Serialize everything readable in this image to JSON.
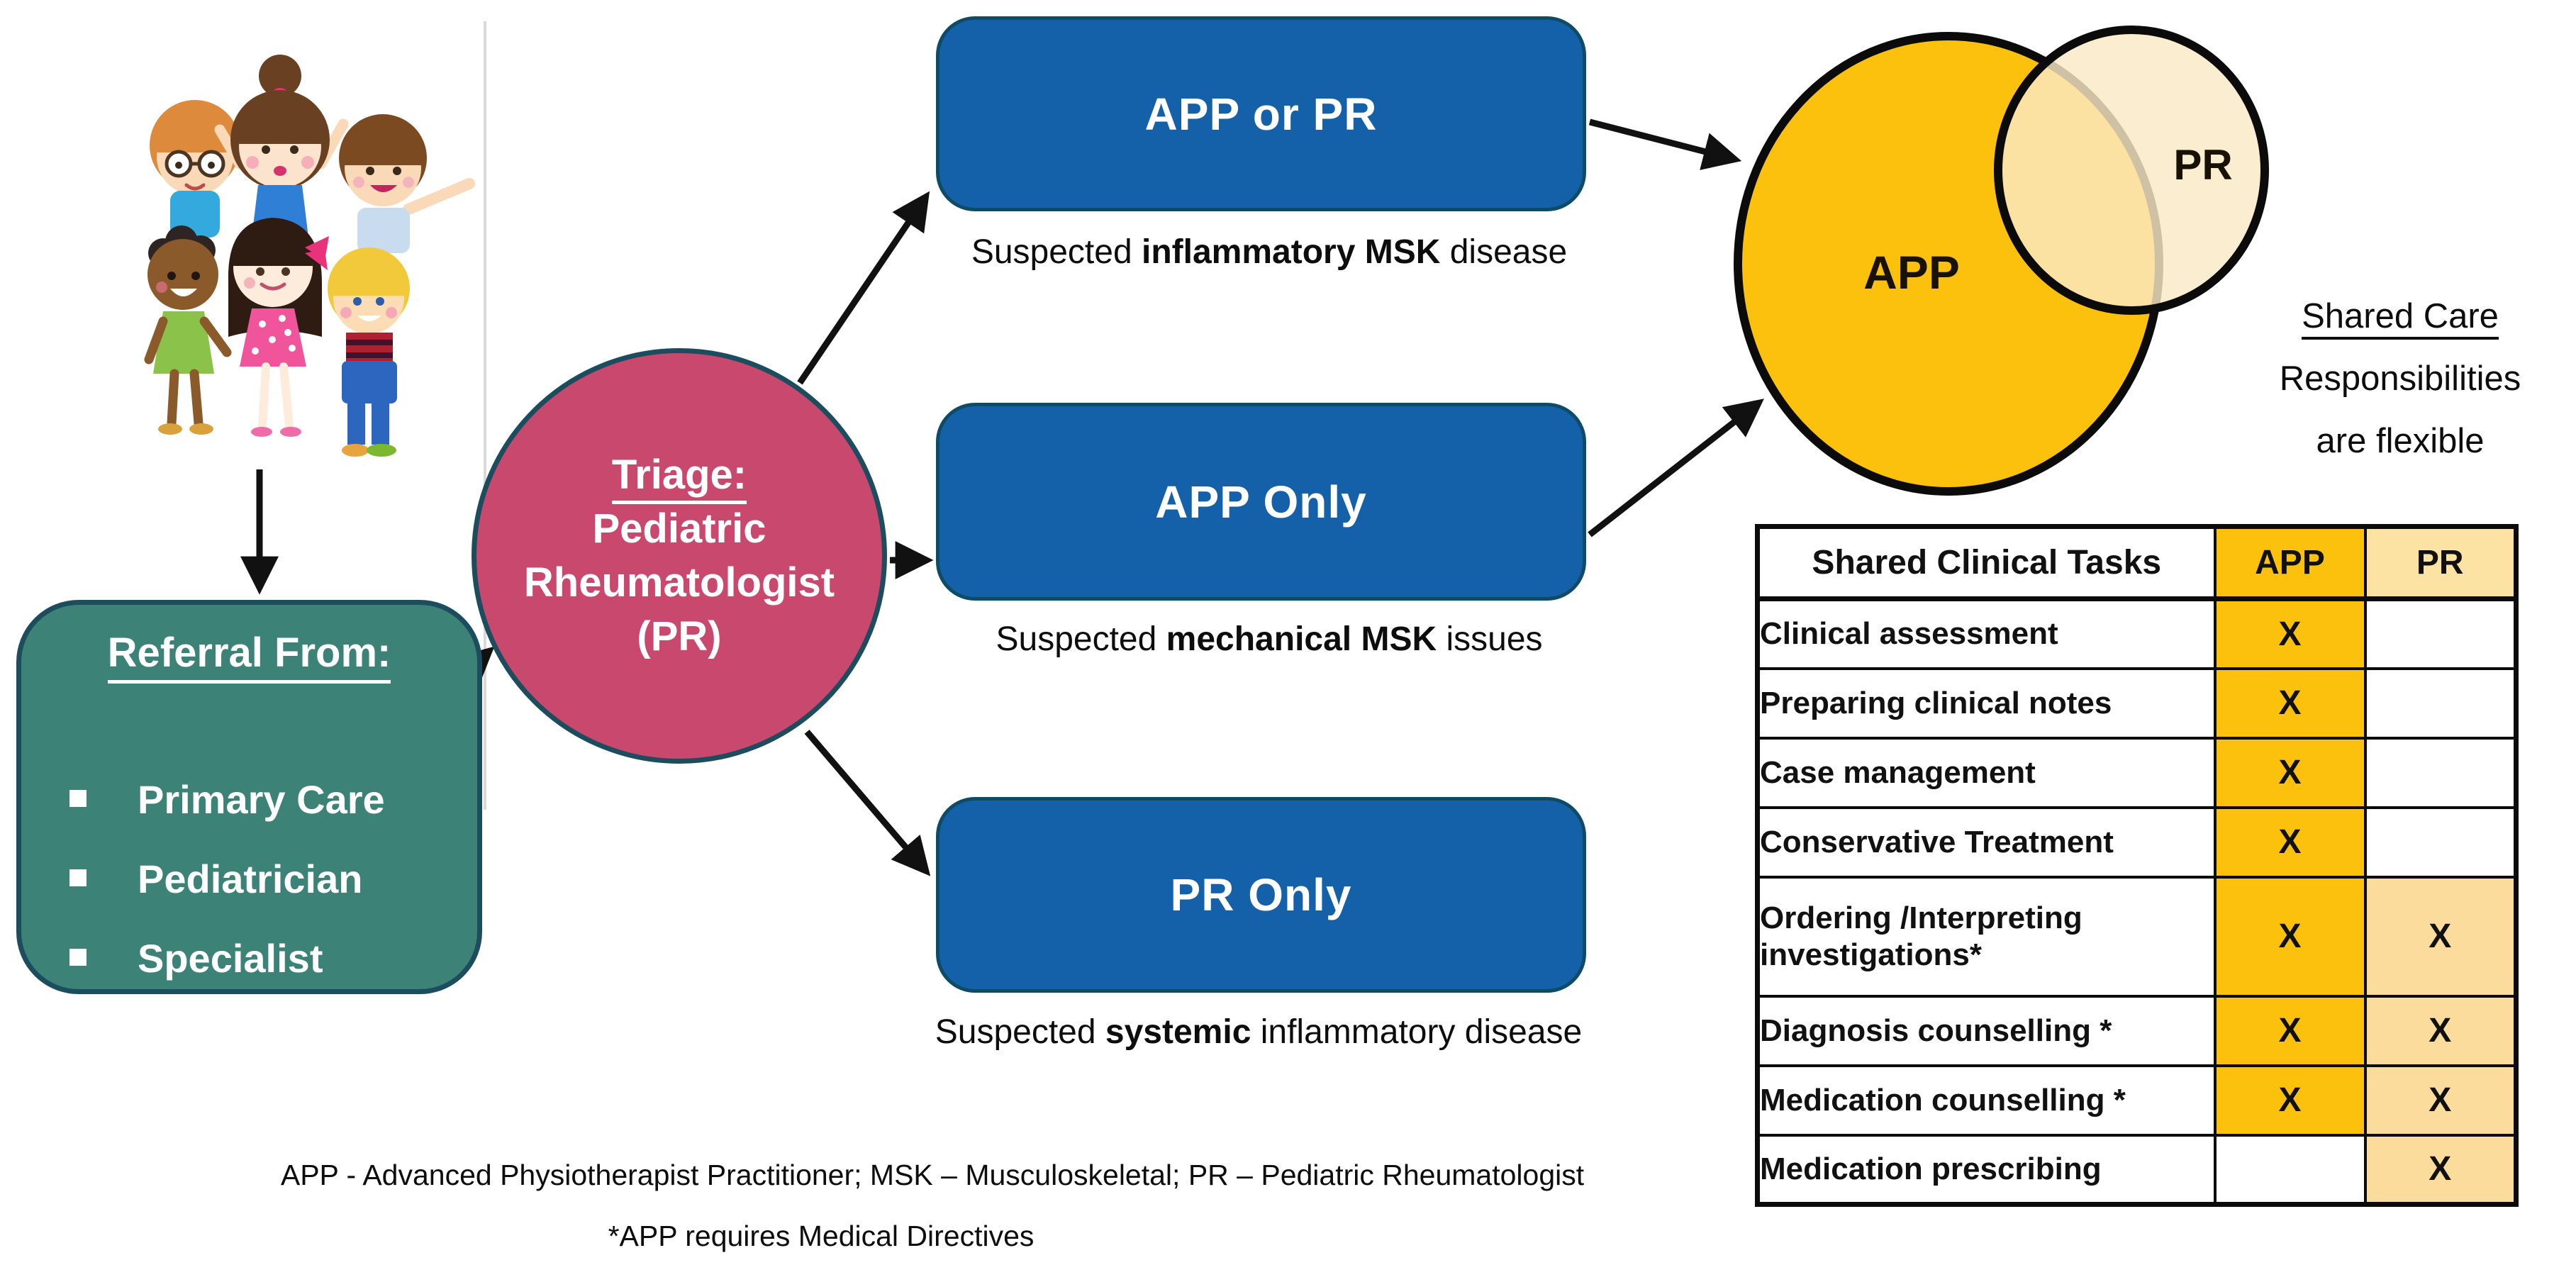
{
  "referral_box": {
    "title": "Referral From:",
    "items": [
      "Primary Care",
      "Pediatrician",
      "Specialist"
    ]
  },
  "triage_circle": {
    "title": "Triage:",
    "line1": "Pediatric",
    "line2": "Rheumatologist",
    "line3": "(PR)"
  },
  "pathways": [
    {
      "label": "APP or PR",
      "caption": {
        "pre": "Suspected ",
        "bold": "inflammatory MSK",
        "post": " disease"
      }
    },
    {
      "label": "APP Only",
      "caption": {
        "pre": "Suspected ",
        "bold": "mechanical MSK",
        "post": " issues"
      }
    },
    {
      "label": "PR Only",
      "caption": {
        "pre": "Suspected ",
        "bold": "systemic",
        "post": " inflammatory disease"
      }
    }
  ],
  "venn": {
    "app_label": "APP",
    "pr_label": "PR",
    "note": {
      "line1": "Shared Care",
      "line2": "Responsibilities",
      "line3": "are flexible"
    }
  },
  "table": {
    "headers": [
      "Shared Clinical Tasks",
      "APP",
      "PR"
    ],
    "rows": [
      {
        "task": "Clinical assessment",
        "app": "X",
        "pr": ""
      },
      {
        "task": "Preparing clinical notes",
        "app": "X",
        "pr": ""
      },
      {
        "task": "Case management",
        "app": "X",
        "pr": ""
      },
      {
        "task": "Conservative Treatment",
        "app": "X",
        "pr": ""
      },
      {
        "task": "Ordering /Interpreting investigations*",
        "app": "X",
        "pr": "X"
      },
      {
        "task": "Diagnosis counselling *",
        "app": "X",
        "pr": "X"
      },
      {
        "task": "Medication counselling *",
        "app": "X",
        "pr": "X"
      },
      {
        "task": "Medication prescribing",
        "app": "",
        "pr": "X"
      }
    ]
  },
  "footnotes": {
    "line1": "APP - Advanced Physiotherapist Practitioner; MSK – Musculoskeletal; PR – Pediatric Rheumatologist",
    "line2": "*APP requires Medical Directives"
  },
  "colors": {
    "referral_green": "#3D8276",
    "triage_pink": "#C9486E",
    "pathway_blue": "#1561A9",
    "venn_gold": "#FCC10D",
    "venn_cream": "#FAE9C4",
    "table_gold": "#FCC10D",
    "table_light_gold": "#FBDC9C",
    "outline_dark": "#1C4D5E"
  }
}
